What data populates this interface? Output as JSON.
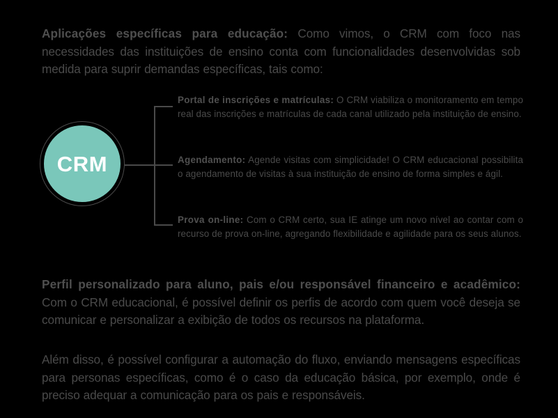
{
  "theme": {
    "background": "#000000",
    "text_color": "#4a4a4a",
    "accent_teal": "#7ac7ba",
    "circle_label_color": "#ffffff",
    "line_color": "#4a4a4a"
  },
  "intro": {
    "lead": "Aplicações específicas para educação:",
    "body": " Como vimos, o CRM com foco nas necessidades das instituições de ensino conta com funcionalidades desenvolvidas sob medida para suprir demandas específicas, tais como:"
  },
  "diagram": {
    "node_label": "CRM",
    "items": [
      {
        "lead": "Portal de inscrições e matrículas:",
        "body": " O CRM viabiliza o monitoramento em tempo real das inscrições e matrículas de cada canal utilizado pela instituição de ensino."
      },
      {
        "lead": "Agendamento:",
        "body": " Agende visitas com simplicidade! O CRM educacional possibilita o agendamento de visitas à sua instituição de ensino de forma simples e ágil."
      },
      {
        "lead": "Prova on-line:",
        "body": " Com o CRM certo, sua IE atinge um novo nível ao contar com o recurso de prova on-line, agregando flexibilidade e agilidade para os seus alunos."
      }
    ]
  },
  "perfil": {
    "lead": "Perfil personalizado para aluno, pais e/ou responsável financeiro e acadêmico:",
    "body": " Com o CRM educacional, é possível definir os perfis de acordo com quem você deseja se comunicar e personalizar a exibição de todos os recursos na plataforma."
  },
  "alem": {
    "body": "Além disso, é possível configurar a automação do fluxo, enviando mensagens específicas para personas específicas, como é o caso da educação básica, por exemplo, onde é preciso adequar a comunicação para os pais e responsáveis."
  }
}
